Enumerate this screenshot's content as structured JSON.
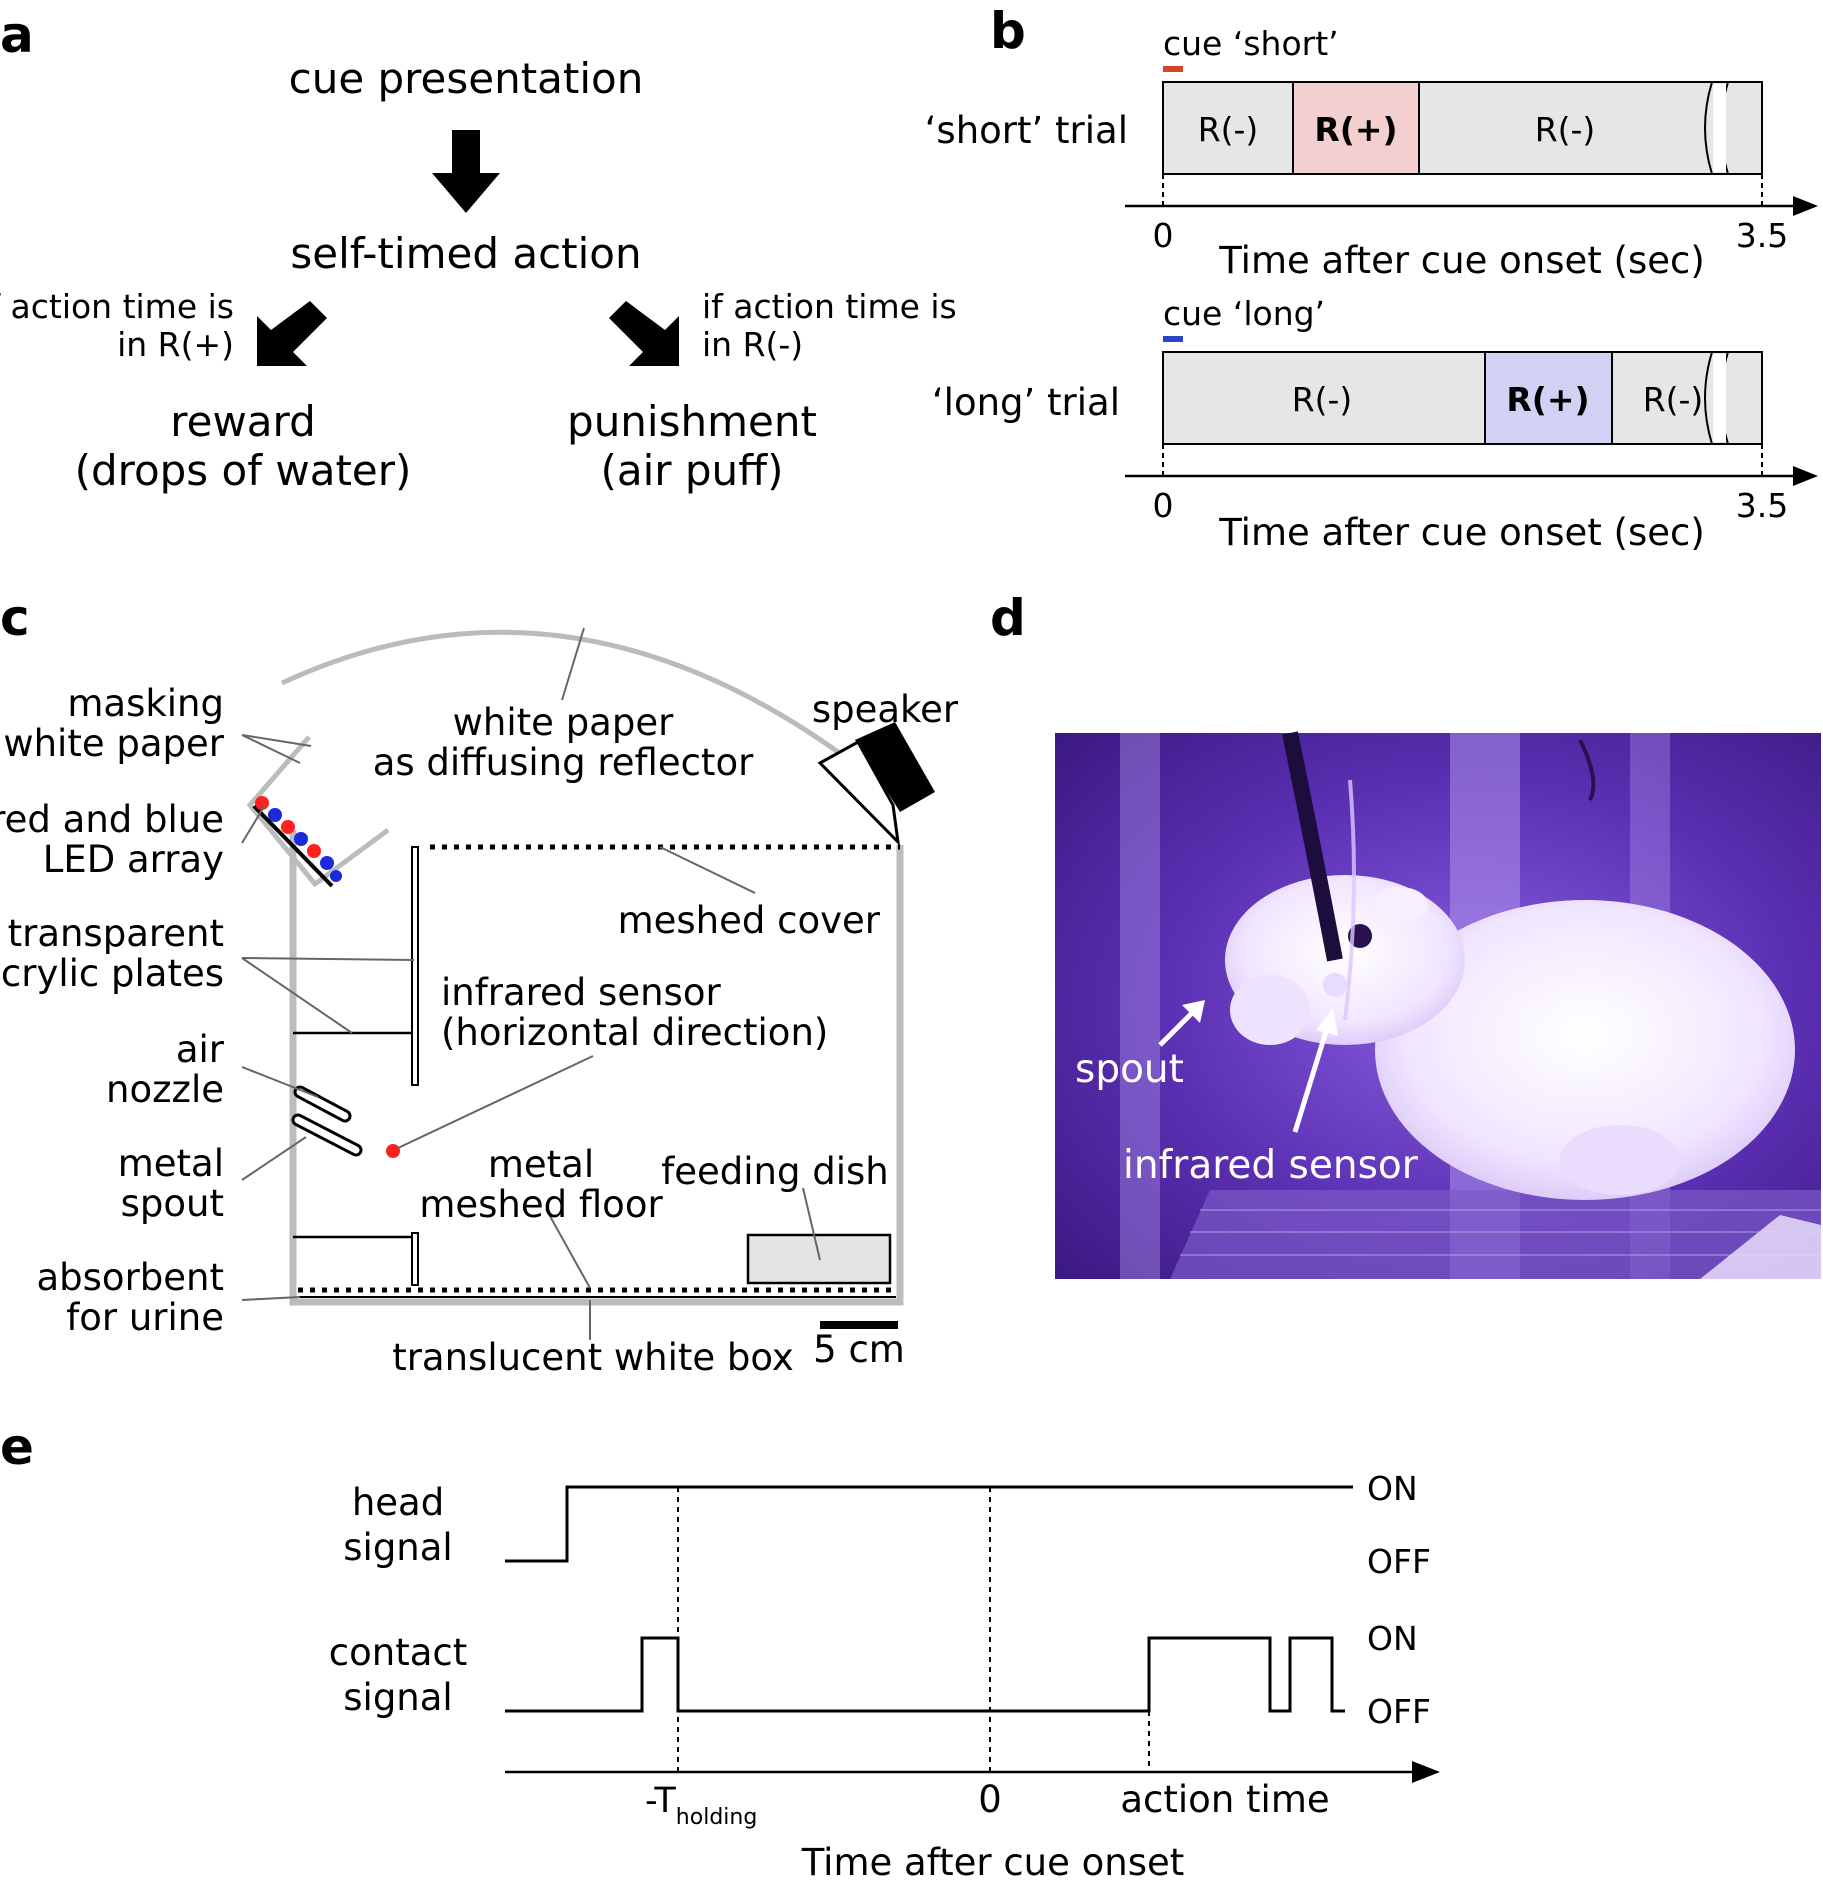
{
  "colors": {
    "bar_gray": "#e6e6e6",
    "reward_short": "#f3cfcf",
    "reward_long": "#d1d1f3",
    "cue_short": "#d4452a",
    "cue_long": "#2a43c8",
    "led_red": "#ff2020",
    "led_blue": "#1a2bdc",
    "box_gray": "#bcbcbc",
    "photo_purple": "#6a3cc0"
  },
  "panel_a": {
    "letter": "a",
    "cue_presentation": "cue presentation",
    "self_timed_action": "self-timed action",
    "left_condition": [
      "if action time is",
      "in R(+)"
    ],
    "right_condition": [
      "if action time is",
      "in R(-)"
    ],
    "reward": [
      "reward",
      "(drops of water)"
    ],
    "punishment": [
      "punishment",
      "(air puff)"
    ]
  },
  "panel_b": {
    "letter": "b",
    "short": {
      "cue_label": "cue ‘short’",
      "trial_label": "‘short’ trial",
      "segments": [
        "R(-)",
        "R(+)",
        "R(-)"
      ]
    },
    "long": {
      "cue_label": "cue ‘long’",
      "trial_label": "‘long’ trial",
      "segments": [
        "R(-)",
        "R(+)",
        "R(-)"
      ]
    },
    "tick_start": "0",
    "tick_end": "3.5",
    "axis_label": "Time after cue onset (sec)"
  },
  "panel_c": {
    "letter": "c",
    "masking_paper": [
      "masking",
      "white paper"
    ],
    "led_array": [
      "red and blue",
      "LED array"
    ],
    "acrylic_plates": [
      "transparent",
      "acrylic plates"
    ],
    "air_nozzle": [
      "air",
      "nozzle"
    ],
    "metal_spout": [
      "metal",
      "spout"
    ],
    "absorbent": [
      "absorbent",
      "for urine"
    ],
    "reflector": [
      "white paper",
      "as diffusing reflector"
    ],
    "speaker": "speaker",
    "meshed_cover": "meshed cover",
    "ir_sensor": [
      "infrared sensor",
      "(horizontal direction)"
    ],
    "meshed_floor": [
      "metal",
      "meshed floor"
    ],
    "feeding_dish": "feeding dish",
    "white_box": "translucent white box",
    "scale_bar": "5 cm"
  },
  "panel_d": {
    "letter": "d",
    "spout": "spout",
    "ir_sensor": "infrared sensor"
  },
  "panel_e": {
    "letter": "e",
    "head_signal": [
      "head",
      "signal"
    ],
    "contact_signal": [
      "contact",
      "signal"
    ],
    "on": "ON",
    "off": "OFF",
    "t_holding": "-T",
    "t_holding_sub": "holding",
    "zero": "0",
    "action_time": "action time",
    "axis_label": "Time after cue onset"
  }
}
